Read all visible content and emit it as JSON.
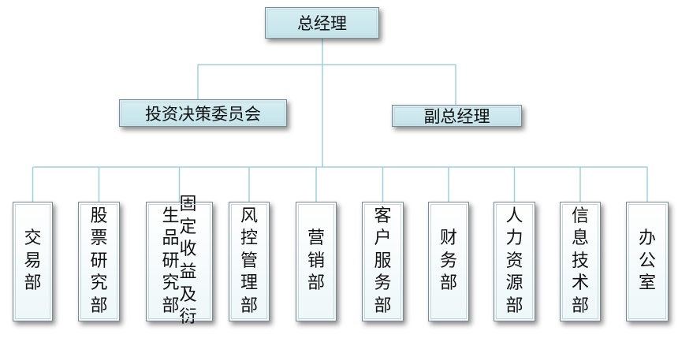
{
  "top": {
    "title": "总经理"
  },
  "second_level": [
    {
      "label": "投资决策委员会"
    },
    {
      "label": "副总经理"
    }
  ],
  "departments": [
    {
      "lines": [
        "交易部"
      ]
    },
    {
      "lines": [
        "股票研究部"
      ]
    },
    {
      "lines": [
        "固定收益及衍",
        "生品研究部"
      ]
    },
    {
      "lines": [
        "风控管理部"
      ]
    },
    {
      "lines": [
        "营销部"
      ]
    },
    {
      "lines": [
        "客户服务部"
      ]
    },
    {
      "lines": [
        "财务部"
      ]
    },
    {
      "lines": [
        "人力资源部"
      ]
    },
    {
      "lines": [
        "信息技术部"
      ]
    },
    {
      "lines": [
        "办公室"
      ]
    }
  ],
  "colors": {
    "connector": "#9fd0dc",
    "box_fill_top": "#c9e7ed",
    "box_border": "#7a8a8f"
  }
}
